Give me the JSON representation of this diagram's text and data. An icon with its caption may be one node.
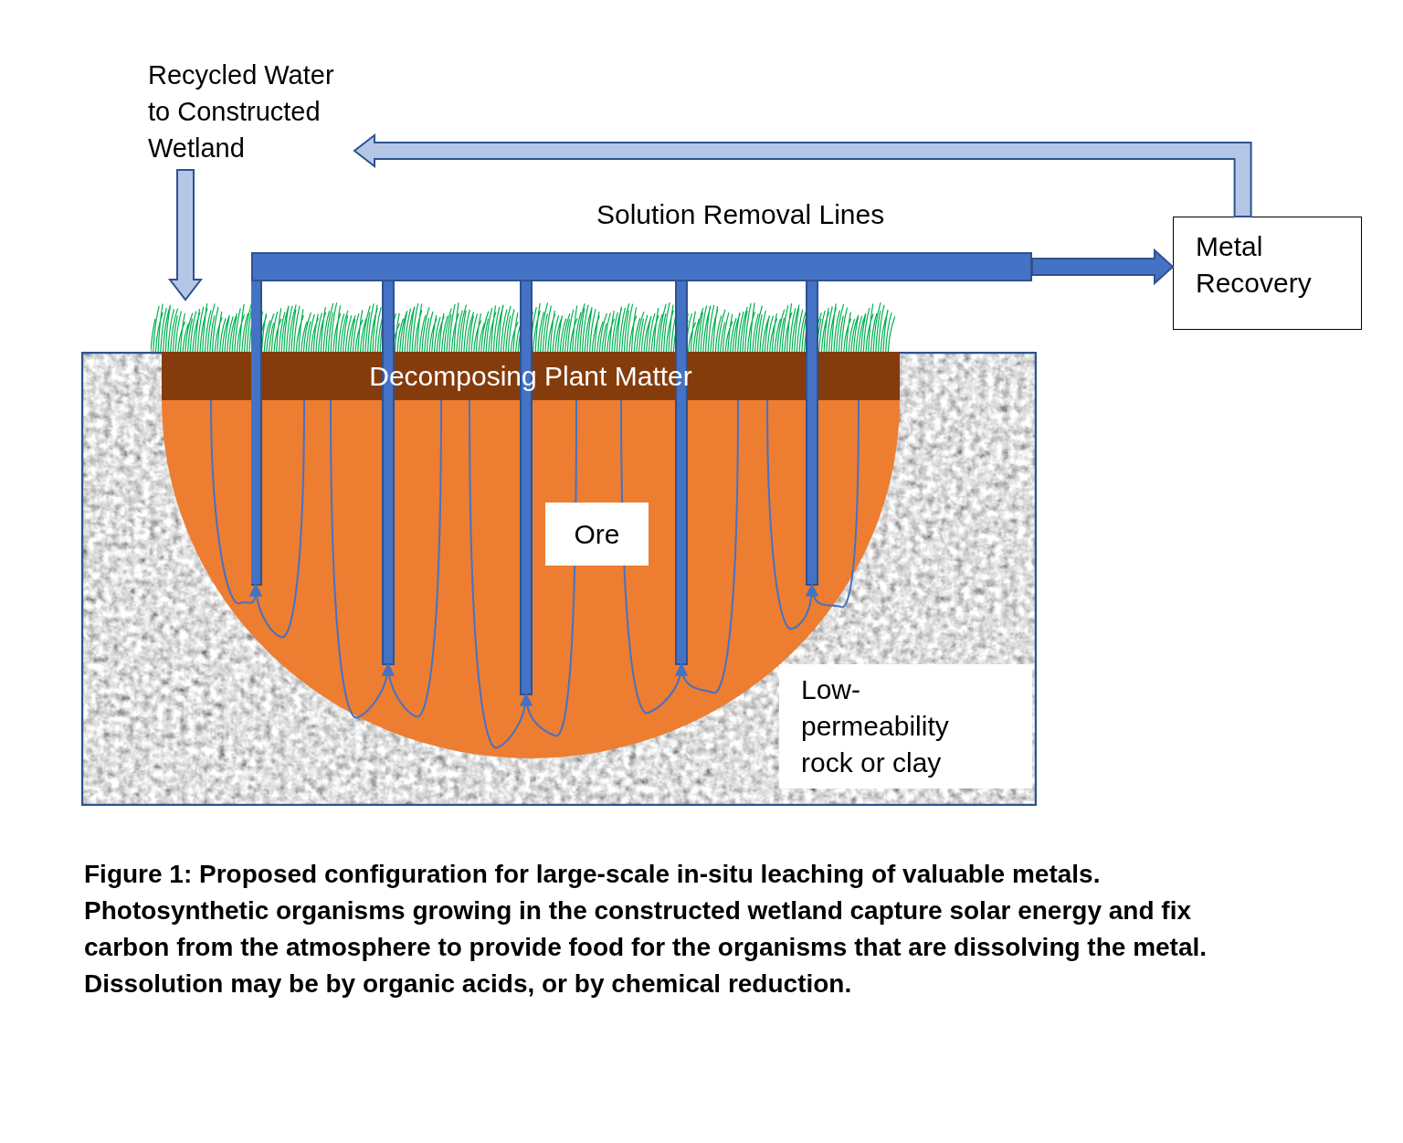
{
  "diagram": {
    "caption": "Figure 1: Proposed configuration for large-scale in-situ leaching of valuable metals. Photosynthetic organisms growing in the constructed wetland capture solar energy and fix carbon from the atmosphere to provide food for the organisms that are dissolving the metal. Dissolution may be by organic acids, or by chemical reduction.",
    "nodes": [
      {
        "text": [
          "Low-permeability rock or clay"
        ]
      },
      {
        "text": [
          "Ore"
        ],
        "in": 0
      },
      {
        "text": [
          "Decomposing Plant Matter"
        ],
        "in": 1
      },
      {
        "text": [],
        "shape": "picture"
      },
      {
        "text": [
          "Recycled Water to Constructed Wetland"
        ]
      },
      {
        "text": [
          "Solution Removal Lines"
        ]
      },
      {
        "text": [
          "Metal Recovery"
        ]
      }
    ],
    "edges": [
      {
        "from": 5,
        "to": 6,
        "arrow": "to",
        "style": "thick"
      },
      {
        "from": 6,
        "to": 4,
        "arrow": "to",
        "style": "thick",
        "color": "#b4c7e7"
      },
      {
        "from": 4,
        "to": 3,
        "arrow": "to",
        "style": "thick",
        "color": "#b4c7e7"
      },
      {
        "from": 2,
        "to": 5,
        "arrow": "to"
      },
      {
        "from": 2,
        "to": 5,
        "arrow": "to"
      },
      {
        "from": 2,
        "to": 5,
        "arrow": "to"
      },
      {
        "from": 2,
        "to": 5,
        "arrow": "to"
      },
      {
        "from": 2,
        "to": 5,
        "arrow": "to"
      },
      {
        "from": 2,
        "to": 5,
        "arrow": "to"
      },
      {
        "from": 2,
        "to": 5,
        "arrow": "to"
      },
      {
        "from": 2,
        "to": 5,
        "arrow": "to"
      },
      {
        "from": 2,
        "to": 5,
        "arrow": "to"
      },
      {
        "from": 2,
        "to": 5,
        "arrow": "to"
      }
    ]
  }
}
